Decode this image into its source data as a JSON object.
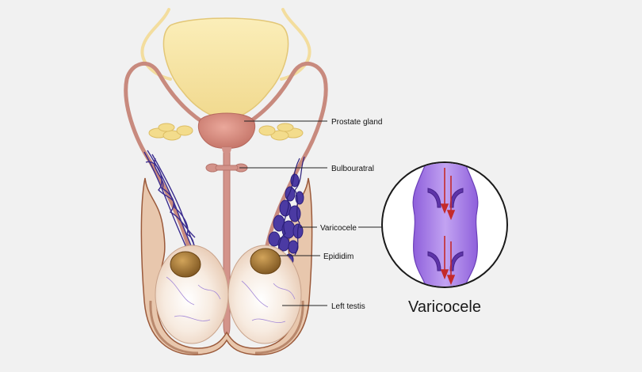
{
  "labels": {
    "prostate": "Prostate  gland",
    "bulbourethral": "Bulbouratral",
    "varicocele": "Varicocele",
    "epididymis": "Epididim",
    "left_testis": "Left  testis"
  },
  "inset": {
    "title": "Varicocele"
  },
  "colors": {
    "background": "#f1f1f1",
    "bladder": "#f6e3a6",
    "duct": "#c88a7e",
    "prostate": "#d98f83",
    "vein": "#3b2d8f",
    "epididymis": "#a0722e",
    "testis": "#f3e2d3",
    "scrotum_edge": "#9b5a3b",
    "vessel": "#a77ce4",
    "flow_arrow": "#c42a2a"
  }
}
